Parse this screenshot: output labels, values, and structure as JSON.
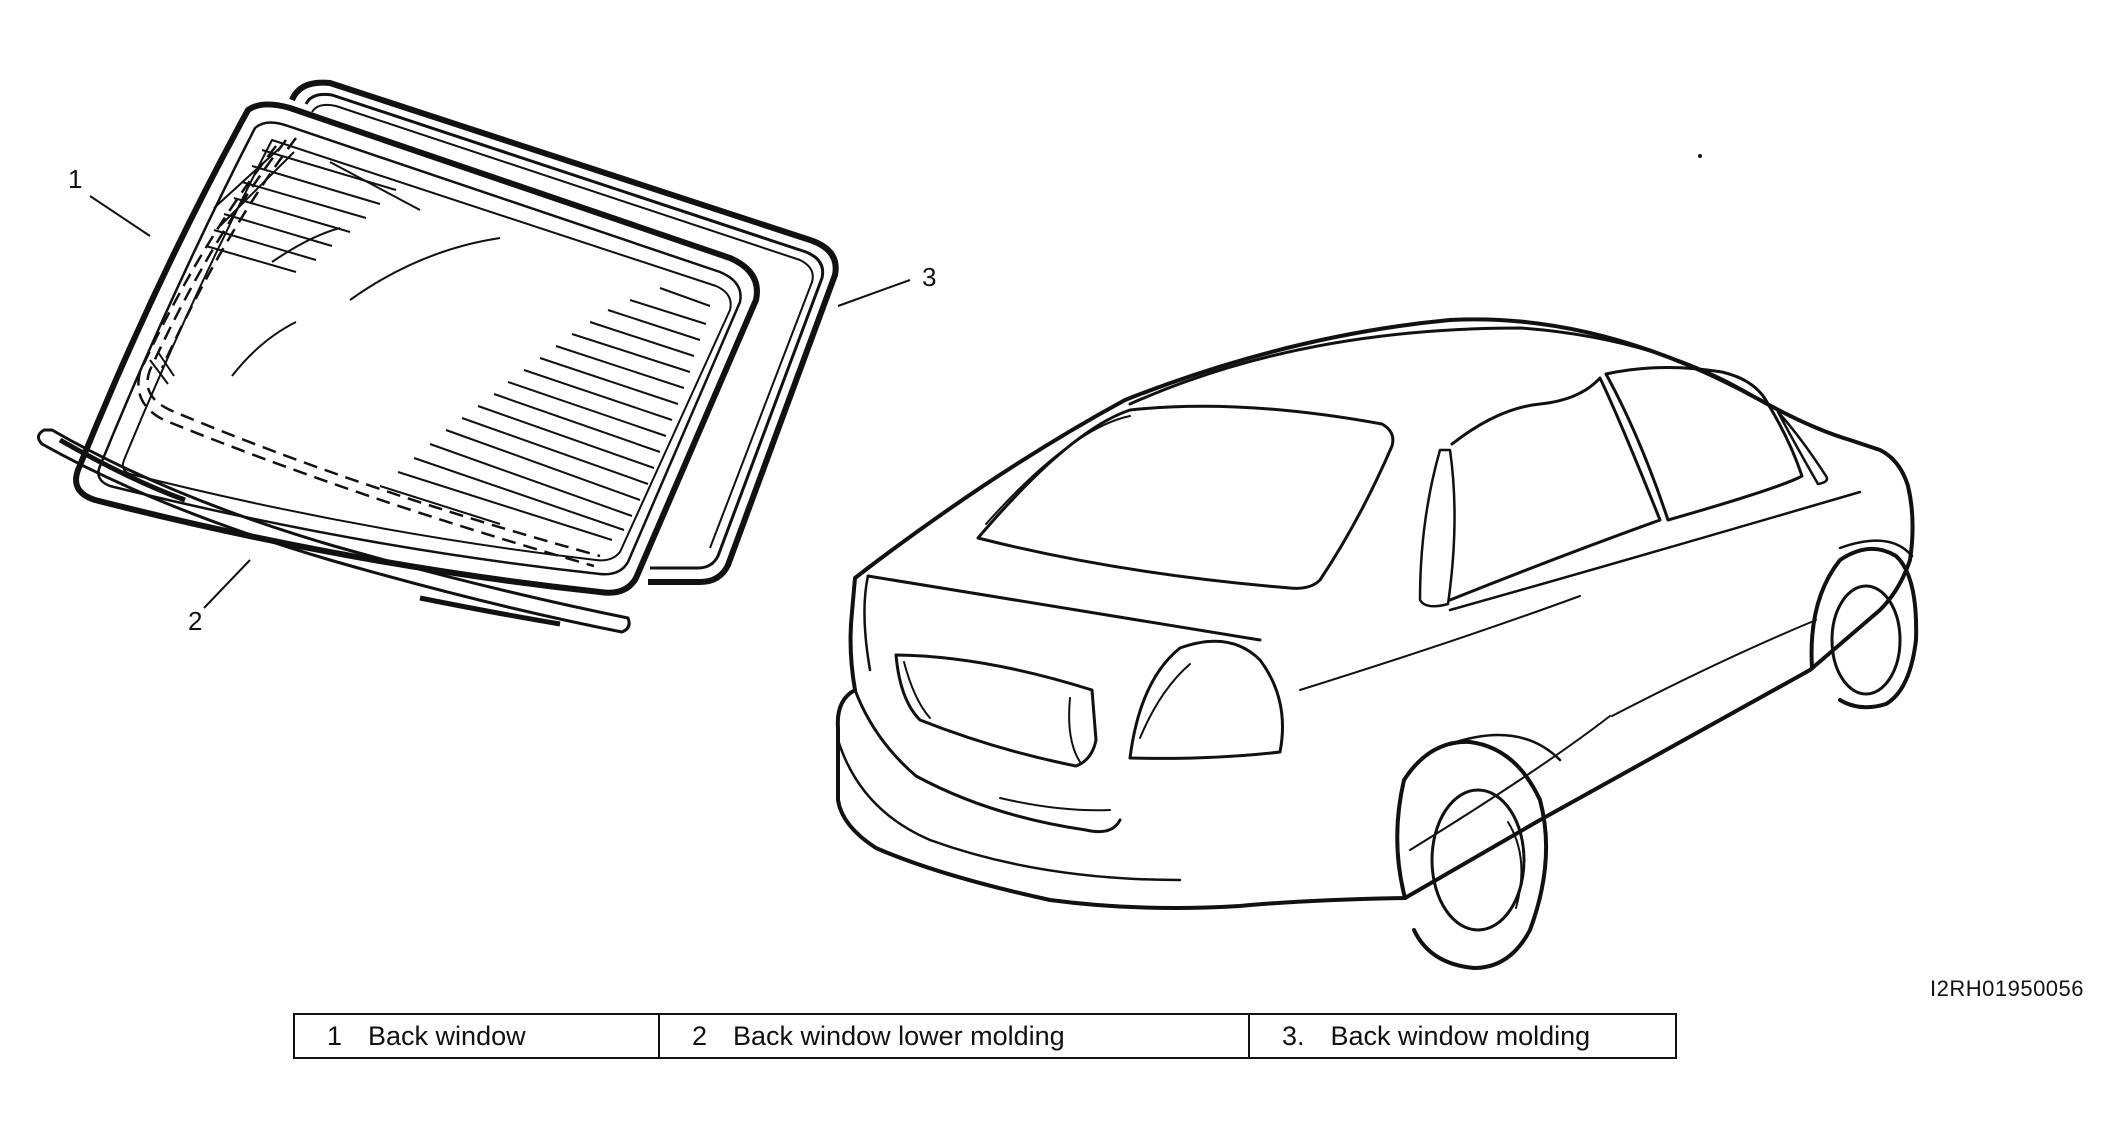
{
  "callouts": {
    "c1": "1",
    "c2": "2",
    "c3": "3"
  },
  "figure_id": "I2RH01950056",
  "legend": [
    {
      "num": "1",
      "label": "Back window"
    },
    {
      "num": "2",
      "label": "Back window lower molding"
    },
    {
      "num": "3.",
      "label": "Back window molding"
    }
  ],
  "colors": {
    "ink": "#111111",
    "background": "#ffffff"
  }
}
